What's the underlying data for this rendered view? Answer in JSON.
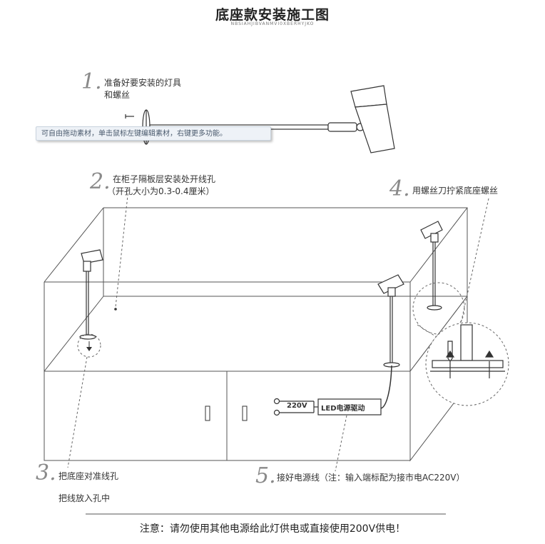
{
  "header": {
    "title": "底座款安装施工图",
    "subtitle": "NBSIAHJIBVANMVI0XBERHYJKO"
  },
  "tooltip": {
    "text": "可自由拖动素材，单击鼠标左键编辑素材，右键更多功能。"
  },
  "steps": [
    {
      "num": "1.",
      "lines": [
        "准备好要安装的灯具",
        "和螺丝"
      ]
    },
    {
      "num": "2.",
      "lines": [
        "在柜子隔板层安装处开线孔",
        "（开孔大小为0.3-0.4厘米）"
      ]
    },
    {
      "num": "3.",
      "lines": [
        "把底座对准线孔",
        "把线放入孔中"
      ]
    },
    {
      "num": "4.",
      "lines": [
        "用螺丝刀拧紧底座螺丝"
      ]
    },
    {
      "num": "5.",
      "lines": [
        "接好电源线（注：输入端标配为接市电AC220V）"
      ]
    }
  ],
  "driver": {
    "voltage": "220V",
    "label": "LED电源驱动"
  },
  "footer": {
    "note": "注意：请勿使用其他电源给此灯供电或直接使用200V供电！"
  }
}
